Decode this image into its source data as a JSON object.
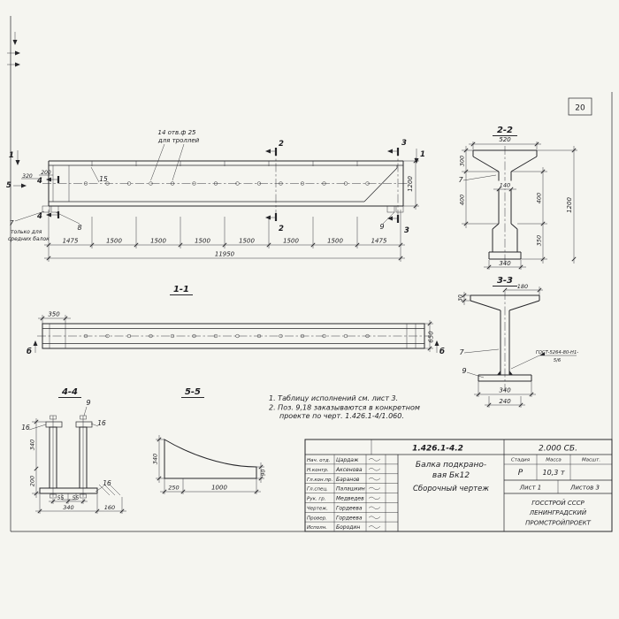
{
  "sheet": {
    "page_number": "20"
  },
  "main_view": {
    "holes_note_1": "14 отв.ф 25",
    "holes_note_2": "для троллей",
    "cut_1_left": "1",
    "cut_1_right": "1",
    "cut_2_top": "2",
    "cut_2_bottom": "2",
    "cut_3_top": "3",
    "cut_3_bottom": "3",
    "cut_4_top": "4",
    "cut_4_bottom": "4",
    "cut_5": "5",
    "dim_320": "320",
    "dim_200": "200",
    "pos_15": "15",
    "pos_7": "7",
    "pos_8": "8",
    "pos_9": "9",
    "footnote_1": "только для",
    "footnote_2": "средних балок",
    "seg_dims": [
      "1475",
      "1500",
      "1500",
      "1500",
      "1500",
      "1500",
      "1500",
      "1475"
    ],
    "dim_total": "11950",
    "dim_height": "1200"
  },
  "section_2_2": {
    "title": "2-2",
    "dim_top": "520",
    "dim_left_upper": "300",
    "dim_left_lower": "400",
    "dim_web": "140",
    "pos_7": "7",
    "dim_right_upper": "400",
    "dim_right_lower": "350",
    "dim_height": "1200",
    "dim_bottom": "340"
  },
  "section_3_3": {
    "title": "3-3",
    "dim_30": "30",
    "dim_180": "180",
    "pos_7": "7",
    "pos_9": "9",
    "weld_note_1": "ГОСТ-5264-80-Н1-",
    "weld_note_2": "5/6",
    "dim_340": "340",
    "dim_240": "240"
  },
  "view_1_1": {
    "title": "1-1",
    "dim_350": "350",
    "dim_650": "650",
    "cut_b_left": "б",
    "cut_b_right": "б"
  },
  "view_4_4": {
    "title": "4-4",
    "pos_9": "9",
    "pos_16_left": "16",
    "pos_16_right": "16",
    "pos_16_bottom": "16",
    "dim_340_left": "340",
    "dim_200_left": "200",
    "dim_55_a": "55",
    "dim_55_b": "55",
    "dim_340_bottom": "340",
    "dim_160": "160"
  },
  "view_5_5": {
    "title": "5-5",
    "dim_340": "340",
    "dim_90": "90",
    "dim_250": "250",
    "dim_1000": "1000"
  },
  "notes": {
    "line_1": "1. Таблицу исполнений см. лист 3.",
    "line_2": "2. Поз. 9,18 заказываются в конкретном",
    "line_3": "проекте по черт. 1.426.1-4/1.060."
  },
  "title_block": {
    "doc_number": "1.426.1-4.2",
    "doc_code": "2.000 СБ.",
    "rows": [
      {
        "role": "Нач. отд.",
        "name": "Цардаж"
      },
      {
        "role": "Н.контр.",
        "name": "Аксенова"
      },
      {
        "role": "Гл.кон.пр.",
        "name": "Баранов"
      },
      {
        "role": "Гл.спец.",
        "name": "Палашкин"
      },
      {
        "role": "Рук. гр.",
        "name": "Медведев"
      },
      {
        "role": "Чертеж.",
        "name": "Гордеева"
      },
      {
        "role": "Провер.",
        "name": "Гордеева"
      },
      {
        "role": "Исполн.",
        "name": "Бородин"
      }
    ],
    "title_1": "Балка подкрано-",
    "title_2": "вая Бк12",
    "title_3": "Сборочный чертеж",
    "stage_label": "Стадия",
    "mass_label": "Масса",
    "scale_label": "Масшт.",
    "stage_value": "Р",
    "mass_value": "10,3 т",
    "sheet_info": "Лист 1",
    "sheets_info": "Листов 3",
    "org_1": "ГОССТРОЙ СССР",
    "org_2": "ЛЕНИНГРАДСКИЙ",
    "org_3": "ПРОМСТРОЙПРОЕКТ"
  }
}
